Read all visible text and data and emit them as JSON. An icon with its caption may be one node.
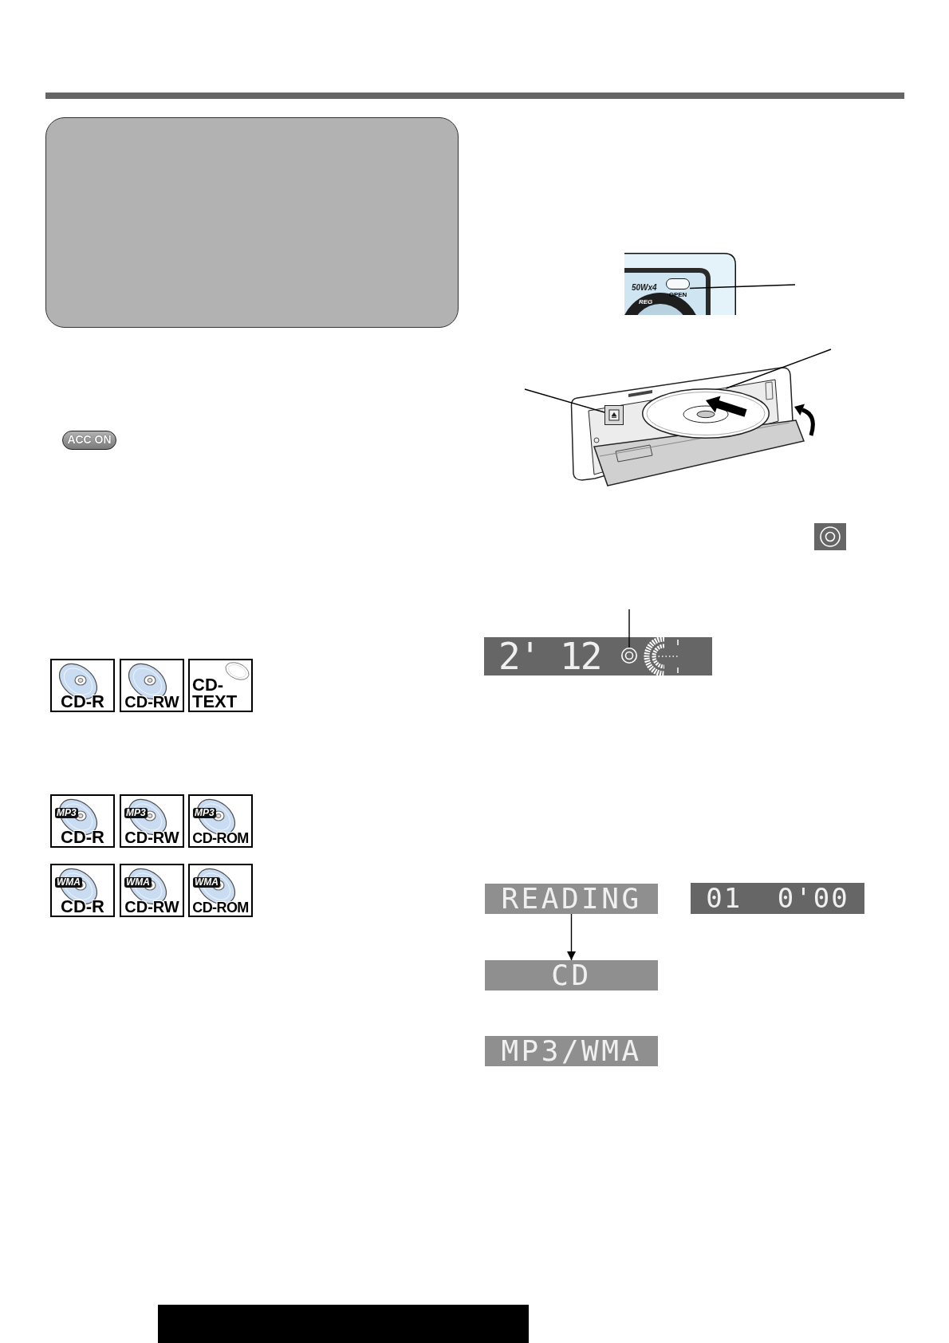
{
  "diagram": {
    "nodes": [
      {
        "text": [
          "ACC ON"
        ]
      },
      {
        "text": [
          "CD-R"
        ]
      },
      {
        "text": [
          "CD-RW"
        ]
      },
      {
        "text": [
          "CD-TEXT"
        ]
      },
      {
        "text": [
          "MP3",
          "CD-R"
        ]
      },
      {
        "text": [
          "MP3",
          "CD-RW"
        ]
      },
      {
        "text": [
          "MP3",
          "CD-ROM"
        ]
      },
      {
        "text": [
          "WMA",
          "CD-R"
        ]
      },
      {
        "text": [
          "WMA",
          "CD-RW"
        ]
      },
      {
        "text": [
          "WMA",
          "CD-ROM"
        ]
      },
      {
        "text": [
          "OPEN"
        ]
      },
      {
        "text": [],
        "shape": "box"
      },
      {
        "text": [],
        "shape": "circle"
      },
      {
        "text": [
          "2' 12"
        ]
      },
      {
        "text": [],
        "shape": "circle",
        "in": 13
      },
      {
        "text": [
          "READING"
        ]
      },
      {
        "text": [
          "01 0'00"
        ]
      },
      {
        "text": [
          "CD"
        ]
      },
      {
        "text": [
          "MP3/WMA"
        ]
      }
    ],
    "edges": [
      {
        "from": null,
        "to": 10,
        "arrow": "none"
      },
      {
        "from": null,
        "to": 11,
        "arrow": "none"
      },
      {
        "from": null,
        "to": 12,
        "arrow": "none"
      },
      {
        "from": null,
        "to": 14,
        "arrow": "none"
      },
      {
        "from": 15,
        "to": 17,
        "arrow": "to"
      }
    ],
    "labels": [
      "50Wx4",
      "REG"
    ]
  }
}
